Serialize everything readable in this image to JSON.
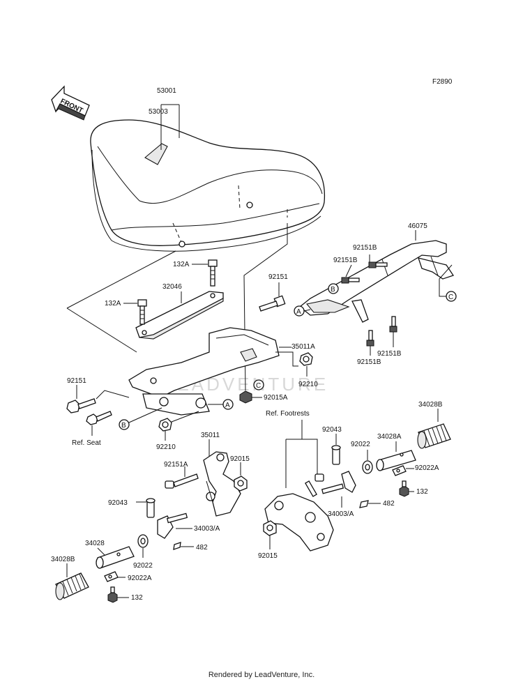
{
  "figure_code": "F2890",
  "front_arrow_label": "FRONT",
  "watermark": "LEADVENTURE",
  "credit": "Rendered by LeadVenture, Inc.",
  "callouts": {
    "a": "A",
    "b": "B",
    "c": "C"
  },
  "parts": {
    "p53001": "53001",
    "p53003": "53003",
    "p132A_top": "132A",
    "p132A_left": "132A",
    "p32046": "32046",
    "p92151_mid": "92151",
    "p46075": "46075",
    "p92151B_1": "92151B",
    "p92151B_2": "92151B",
    "p92151B_3": "92151B",
    "p92151B_4": "92151B",
    "p35011A": "35011A",
    "p92210_right": "92210",
    "p92015A": "92015A",
    "p92151_left": "92151",
    "ref_seat": "Ref. Seat",
    "p92210_left": "92210",
    "ref_footrests": "Ref. Footrests",
    "p34028B_right": "34028B",
    "p92043_right": "92043",
    "p92022_right": "92022",
    "p34028A": "34028A",
    "p92022A_right": "92022A",
    "p132_right": "132",
    "p34003A_right": "34003/A",
    "p482_right": "482",
    "p92015_right": "92015",
    "p35011": "35011",
    "p92151A": "92151A",
    "p92015_left": "92015",
    "p92043_left": "92043",
    "p34003A_left": "34003/A",
    "p482_left": "482",
    "p34028": "34028",
    "p34028B_left": "34028B",
    "p92022_left": "92022",
    "p92022A_left": "92022A",
    "p132_left": "132"
  }
}
